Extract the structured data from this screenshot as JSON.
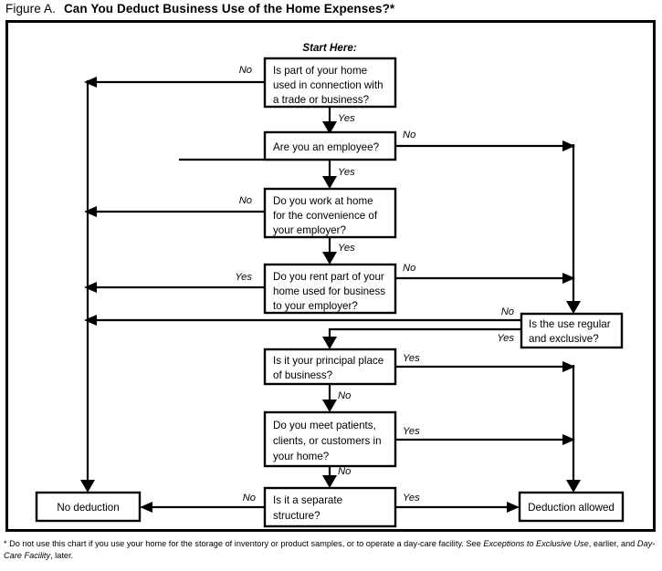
{
  "figure": {
    "label": "Figure A.",
    "heading": "Can You Deduct Business Use of the Home Expenses?*"
  },
  "start_label": "Start Here:",
  "nodes": {
    "q1": {
      "lines": [
        "Is part of your home",
        "used in connection with",
        "a trade or business?"
      ]
    },
    "q2": {
      "lines": [
        "Are you an employee?"
      ]
    },
    "q3": {
      "lines": [
        "Do you work at home",
        "for the convenience of",
        "your employer?"
      ]
    },
    "q4": {
      "lines": [
        "Do you rent part of your",
        "home used for business",
        "to your employer?"
      ]
    },
    "q5": {
      "lines": [
        "Is the use regular",
        "and exclusive?"
      ]
    },
    "q6": {
      "lines": [
        "Is it your principal place",
        "of business?"
      ]
    },
    "q7": {
      "lines": [
        "Do you meet patients,",
        "clients, or customers in",
        "your home?"
      ]
    },
    "q8": {
      "lines": [
        "Is it a separate",
        "structure?"
      ]
    },
    "no_deduction": {
      "lines": [
        "No deduction"
      ]
    },
    "deduction_allowed": {
      "lines": [
        "Deduction allowed"
      ]
    }
  },
  "edges": {
    "q1_no": "No",
    "q1_yes": "Yes",
    "q2_no": "No",
    "q2_yes": "Yes",
    "q3_no": "No",
    "q3_yes": "Yes",
    "q4_yes": "Yes",
    "q4_no": "No",
    "q5_no": "No",
    "q5_yes": "Yes",
    "q6_yes": "Yes",
    "q6_no": "No",
    "q7_yes": "Yes",
    "q7_no": "No",
    "q8_no": "No",
    "q8_yes": "Yes"
  },
  "footnote": {
    "part1": "* Do not use this chart if you use your home for the storage of inventory or product samples, or to operate a day-care facility. See ",
    "em1": "Exceptions to Exclusive Use",
    "part2": ", earlier, and ",
    "em2": "Day-Care Facility",
    "part3": ", later."
  },
  "colors": {
    "ink": "#000000",
    "paper": "#ffffff"
  }
}
